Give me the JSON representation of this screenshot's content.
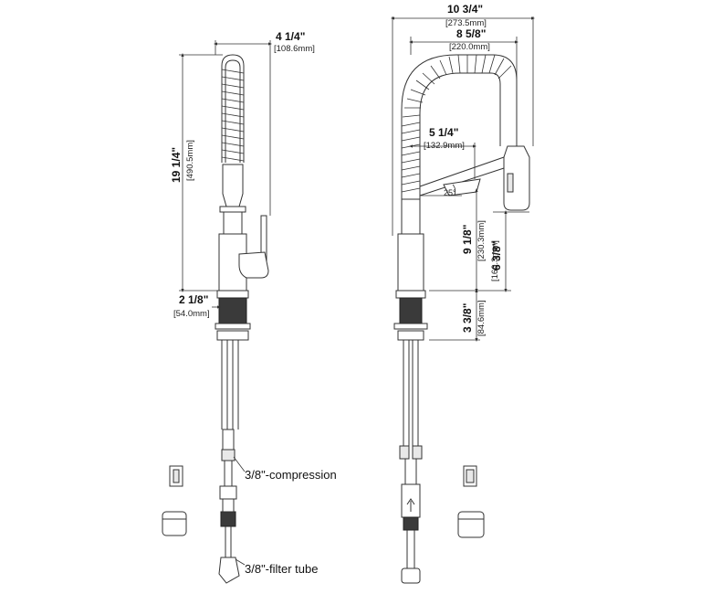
{
  "dimensions": {
    "side_width": {
      "main": "4 1/4\"",
      "sub": "[108.6mm]"
    },
    "height": {
      "main": "19 1/4\"",
      "sub": "[490.5mm]"
    },
    "base_diameter": {
      "main": "2 1/8\"",
      "sub": "[54.0mm]"
    },
    "total_reach": {
      "main": "10 3/4\"",
      "sub": "[273.5mm]"
    },
    "spout_reach": {
      "main": "8 5/8\"",
      "sub": "[220.0mm]"
    },
    "arm_reach": {
      "main": "5 1/4\"",
      "sub": "[132.9mm]"
    },
    "spout_clearance": {
      "main": "9 1/8\"",
      "sub": "[230.3mm]"
    },
    "spray_clearance": {
      "main": "6 3/8\"",
      "sub": "[160.3mm]"
    },
    "base_height": {
      "main": "3 3/8\"",
      "sub": "[84.6mm]"
    }
  },
  "angle_label": "25°",
  "callouts": {
    "compression": "3/8\"-compression",
    "filter_tube": "3/8\"-filter tube"
  }
}
